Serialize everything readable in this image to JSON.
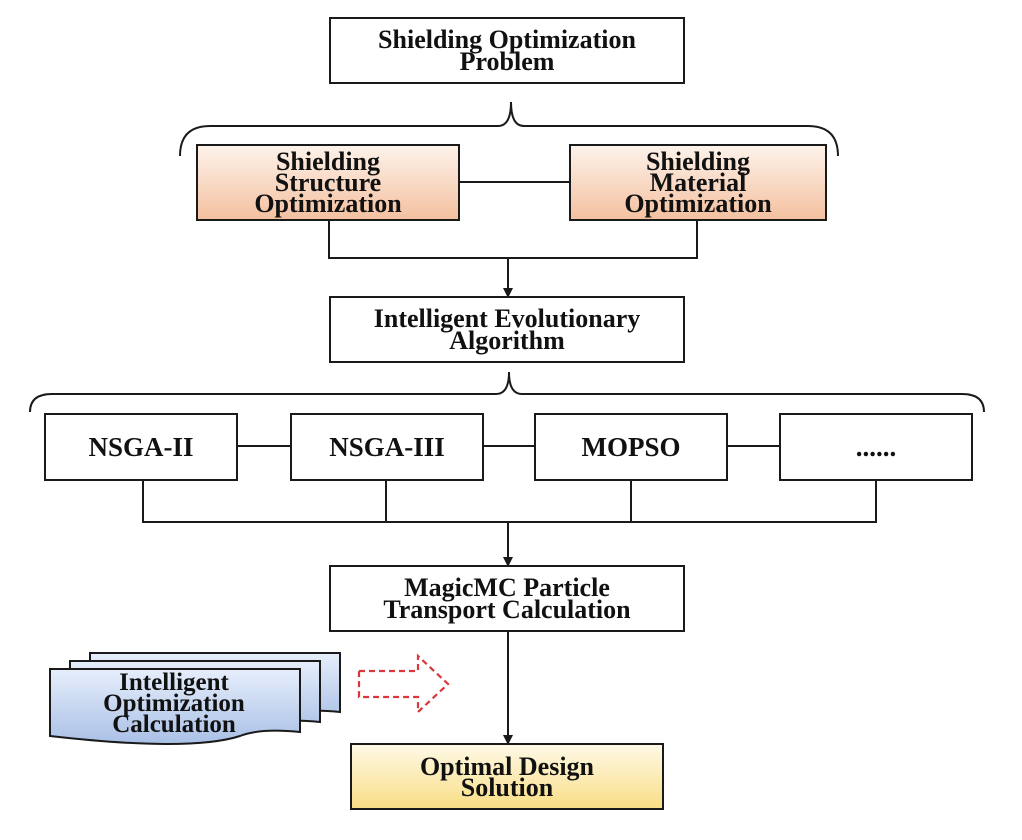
{
  "nodes": {
    "problem": "Shielding Optimization\nProblem",
    "structure": "Shielding\nStructure\nOptimization",
    "material": "Shielding\nMaterial\nOptimization",
    "evolutionary": "Intelligent Evolutionary\nAlgorithm",
    "algorithms": [
      "NSGA-II",
      "NSGA-III",
      "MOPSO",
      "......"
    ],
    "magicmc": "MagicMC Particle\nTransport Calculation",
    "solution": "Optimal Design\nSolution"
  },
  "side_document": {
    "label": "Intelligent\nOptimization\nCalculation"
  },
  "colors": {
    "stroke": "#1a1a1a",
    "orange_fill": "#f4c1a1",
    "yellow_fill": "#f9de86",
    "document_fill": "#a9c0e6",
    "dashed_arrow": "#d9373a"
  }
}
